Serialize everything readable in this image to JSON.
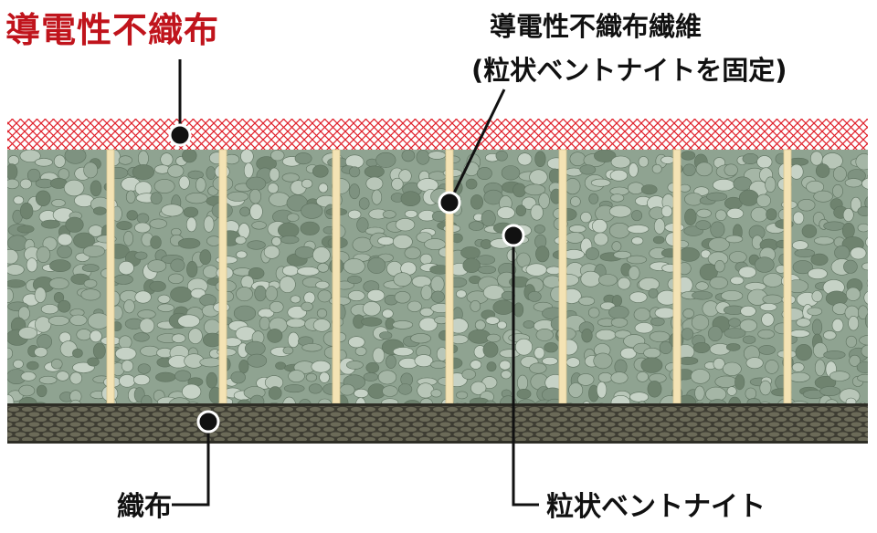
{
  "colors": {
    "nonwoven_label": "#c0141c",
    "mesh_line": "#e0202a",
    "bentonite_base": "#8fa391",
    "fiber": "#f4e3b4",
    "woven": "#5b5a4c",
    "text": "#111111"
  },
  "labels": {
    "conductive_nonwoven": "導電性不織布",
    "conductive_fiber_line1": "導電性不織布繊維",
    "conductive_fiber_line2": "(粒状ベントナイトを固定)",
    "woven_fabric": "織布",
    "granular_bentonite": "粒状ベントナイト"
  }
}
